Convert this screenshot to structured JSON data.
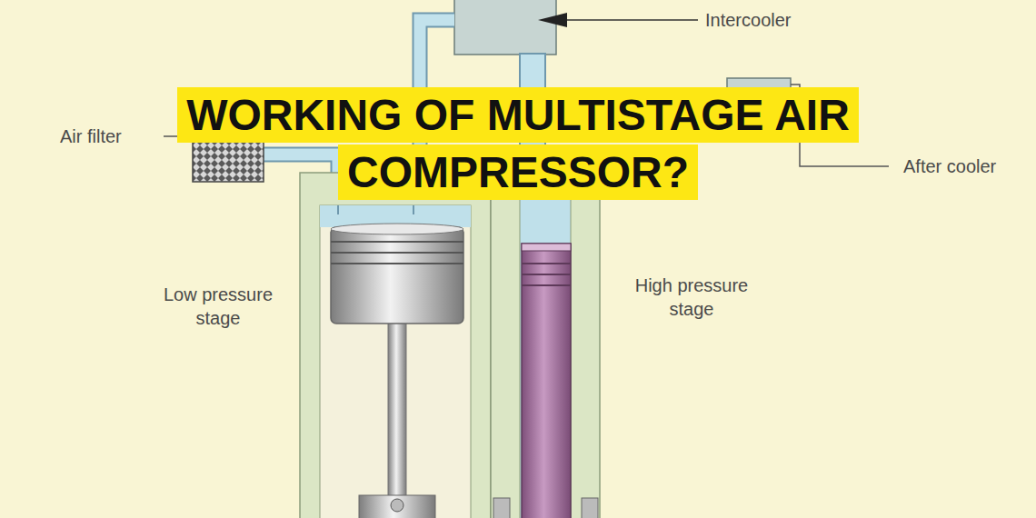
{
  "diagram": {
    "title": "WORKING OF MULTISTAGE AIR COMPRESSOR?",
    "labels": [
      "Intercooler",
      "Air filter",
      "After cooler",
      "Low pressure stage",
      "High pressure stage"
    ]
  }
}
